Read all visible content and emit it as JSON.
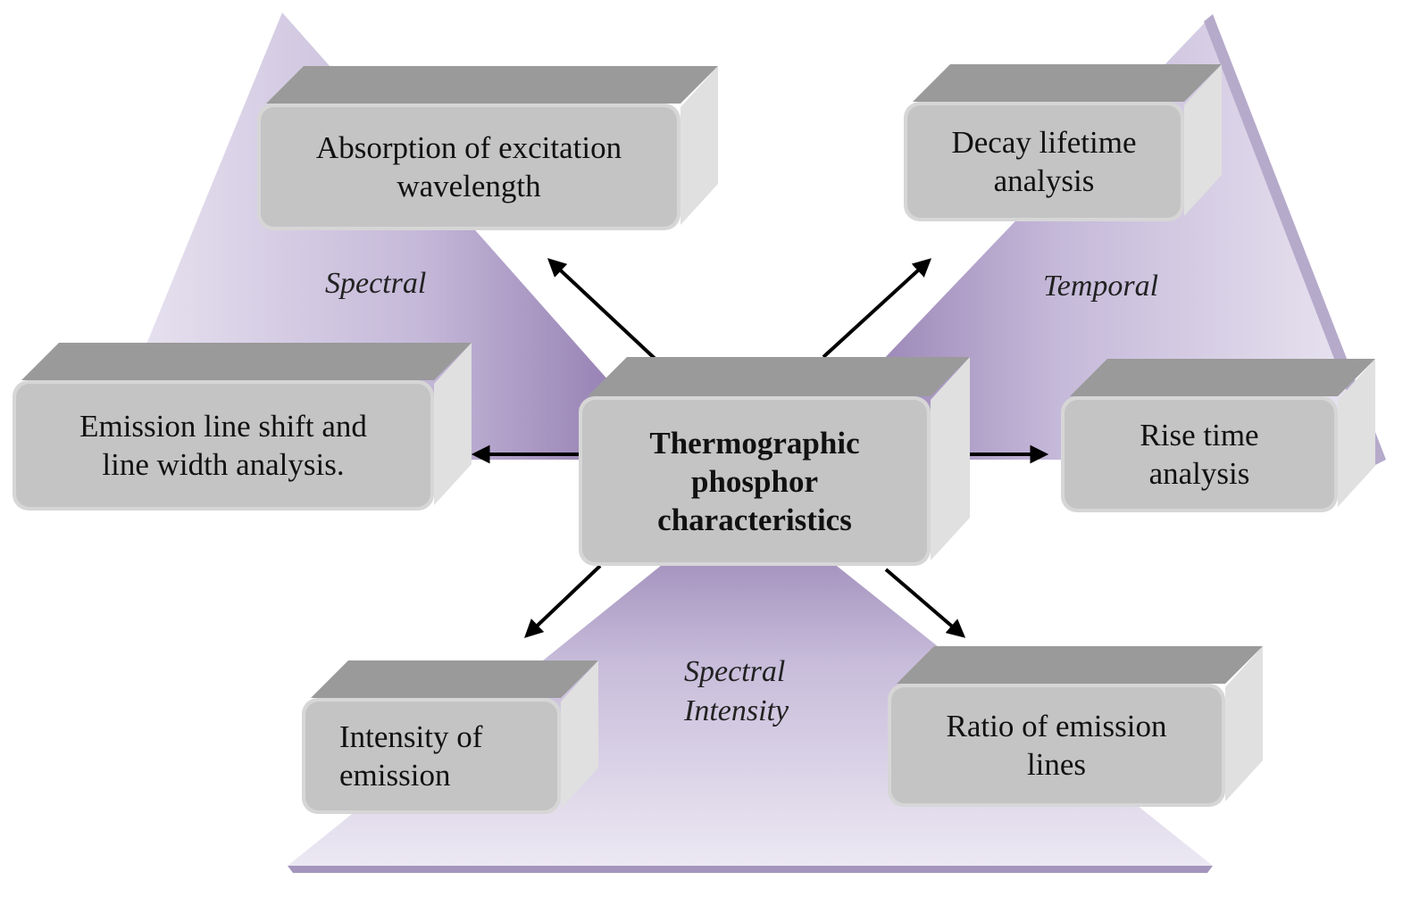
{
  "center": {
    "lines": [
      "Thermographic",
      "phosphor",
      "characteristics"
    ]
  },
  "regions": {
    "spectral": "Spectral",
    "temporal": "Temporal",
    "spectral_intensity": [
      "Spectral",
      "Intensity"
    ]
  },
  "boxes": {
    "absorption": [
      "Absorption of excitation",
      "wavelength"
    ],
    "emission_shift": [
      "Emission line shift and",
      "line width analysis."
    ],
    "decay": [
      "Decay lifetime",
      "analysis"
    ],
    "rise": [
      "Rise time",
      "analysis"
    ],
    "intensity": [
      "Intensity of",
      "emission"
    ],
    "ratio": [
      "Ratio of emission",
      "lines"
    ]
  },
  "colors": {
    "triangle_dark": "#8b75aa",
    "triangle_light": "#e6e1ef",
    "box_front": "#c4c4c4",
    "box_top": "#9a9a9a",
    "box_side": "#e0e0e0",
    "arrow": "#000000"
  }
}
